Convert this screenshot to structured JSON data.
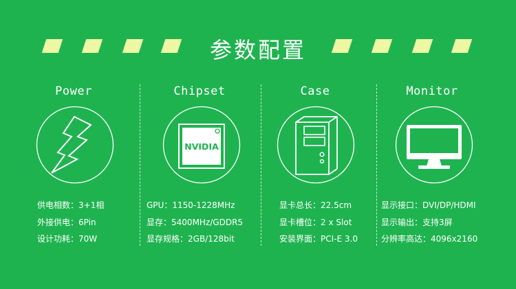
{
  "title": "参数配置",
  "colors": {
    "background": "#1fb350",
    "stripe": "#eef7a3",
    "foreground": "#ffffff"
  },
  "columns": [
    {
      "title": "Power",
      "icon": "lightning-bolt-icon",
      "specs": [
        {
          "label": "供电相数",
          "value": "3+1相"
        },
        {
          "label": "外接供电",
          "value": "6Pin"
        },
        {
          "label": "设计功耗",
          "value": "70W"
        }
      ]
    },
    {
      "title": "Chipset",
      "icon": "chip-icon",
      "chip_label": "NVIDIA",
      "specs": [
        {
          "label": "GPU",
          "value": "1150-1228MHz"
        },
        {
          "label": "显存",
          "value": "5400MHz/GDDR5"
        },
        {
          "label": "显存规格",
          "value": "2GB/128bit"
        }
      ]
    },
    {
      "title": "Case",
      "icon": "pc-case-icon",
      "specs": [
        {
          "label": "显卡总长",
          "value": "22.5cm"
        },
        {
          "label": "显卡槽位",
          "value": "2 x Slot"
        },
        {
          "label": "安装界面",
          "value": "PCI-E 3.0"
        }
      ]
    },
    {
      "title": "Monitor",
      "icon": "monitor-icon",
      "specs": [
        {
          "label": "显示接口",
          "value": "DVI/DP/HDMI"
        },
        {
          "label": "显示输出",
          "value": "支持3屏"
        },
        {
          "label": "分辨率高达",
          "value": "4096x2160"
        }
      ]
    }
  ]
}
